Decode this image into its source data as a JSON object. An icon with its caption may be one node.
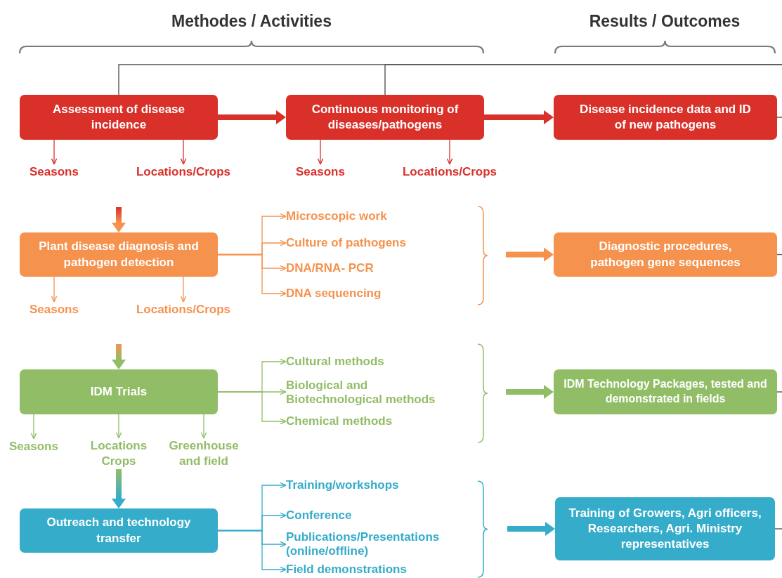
{
  "diagram": {
    "nodes": [
      {
        "text": [
          "Assessment of disease incidence"
        ]
      },
      {
        "text": [
          "Continuous monitoring of diseases/pathogens"
        ]
      },
      {
        "text": [
          "Disease incidence data and ID of new pathogens"
        ]
      },
      {
        "text": [
          "Seasons"
        ]
      },
      {
        "text": [
          "Locations/Crops"
        ]
      },
      {
        "text": [
          "Seasons"
        ]
      },
      {
        "text": [
          "Locations/Crops"
        ]
      },
      {
        "text": [
          "Plant disease diagnosis and pathogen detection"
        ]
      },
      {
        "text": [
          "Microscopic work"
        ]
      },
      {
        "text": [
          "Culture of pathogens"
        ]
      },
      {
        "text": [
          "DNA/RNA- PCR"
        ]
      },
      {
        "text": [
          "DNA sequencing"
        ]
      },
      {
        "text": [
          "Diagnostic procedures, pathogen gene sequences"
        ]
      },
      {
        "text": [
          "Seasons"
        ]
      },
      {
        "text": [
          "Locations/Crops"
        ]
      },
      {
        "text": [
          "IDM Trials"
        ]
      },
      {
        "text": [
          "Cultural methods"
        ]
      },
      {
        "text": [
          "Biological and Biotechnological methods"
        ]
      },
      {
        "text": [
          "Chemical methods"
        ]
      },
      {
        "text": [
          "IDM Technology Packages, tested and demonstrated in fields"
        ]
      },
      {
        "text": [
          "Seasons"
        ]
      },
      {
        "text": [
          "Locations Crops"
        ]
      },
      {
        "text": [
          "Greenhouse and field"
        ]
      },
      {
        "text": [
          "Outreach and technology transfer"
        ]
      },
      {
        "text": [
          "Training/workshops"
        ]
      },
      {
        "text": [
          "Conference"
        ]
      },
      {
        "text": [
          "Publications/Presentations (online/offline)"
        ]
      },
      {
        "text": [
          "Field demonstrations"
        ]
      },
      {
        "text": [
          "Training of Growers, Agri officers, Researchers, Agri. Ministry representatives"
        ]
      }
    ],
    "edges": [
      {
        "from": 0,
        "to": 1,
        "arrow": "to",
        "style": "thick",
        "color": "#d9302a"
      },
      {
        "from": 1,
        "to": 2,
        "arrow": "to",
        "style": "thick",
        "color": "#d9302a"
      },
      {
        "from": 0,
        "to": 3,
        "arrow": "to",
        "color": "#d9302a"
      },
      {
        "from": 0,
        "to": 4,
        "arrow": "to",
        "color": "#d9302a"
      },
      {
        "from": 1,
        "to": 5,
        "arrow": "to",
        "color": "#d9302a"
      },
      {
        "from": 1,
        "to": 6,
        "arrow": "to",
        "color": "#d9302a"
      },
      {
        "from": null,
        "to": 7,
        "arrow": "to",
        "style": "thick",
        "color": "#d9302a"
      },
      {
        "from": 7,
        "to": 8,
        "arrow": "to",
        "color": "#f5924e"
      },
      {
        "from": 7,
        "to": 9,
        "arrow": "to",
        "color": "#f5924e"
      },
      {
        "from": 7,
        "to": 10,
        "arrow": "to",
        "color": "#f5924e"
      },
      {
        "from": 7,
        "to": 11,
        "arrow": "to",
        "color": "#f5924e"
      },
      {
        "from": 7,
        "to": 13,
        "arrow": "to",
        "color": "#f5924e"
      },
      {
        "from": 7,
        "to": 14,
        "arrow": "to",
        "color": "#f5924e"
      },
      {
        "from": null,
        "to": 12,
        "arrow": "to",
        "style": "thick",
        "color": "#f5924e"
      },
      {
        "from": null,
        "to": 15,
        "arrow": "to",
        "style": "thick",
        "color": "#f5924e"
      },
      {
        "from": 15,
        "to": 16,
        "arrow": "to",
        "color": "#92bd67"
      },
      {
        "from": 15,
        "to": 17,
        "arrow": "to",
        "color": "#92bd67"
      },
      {
        "from": 15,
        "to": 18,
        "arrow": "to",
        "color": "#92bd67"
      },
      {
        "from": 15,
        "to": 20,
        "arrow": "to",
        "color": "#92bd67"
      },
      {
        "from": 15,
        "to": 21,
        "arrow": "to",
        "color": "#92bd67"
      },
      {
        "from": 15,
        "to": 22,
        "arrow": "to",
        "color": "#92bd67"
      },
      {
        "from": null,
        "to": 19,
        "arrow": "to",
        "style": "thick",
        "color": "#92bd67"
      },
      {
        "from": 21,
        "to": 23,
        "arrow": "to",
        "style": "thick",
        "color": "#92bd67"
      },
      {
        "from": 23,
        "to": 24,
        "arrow": "to",
        "color": "#35acca"
      },
      {
        "from": 23,
        "to": 25,
        "arrow": "to",
        "color": "#35acca"
      },
      {
        "from": 23,
        "to": 26,
        "arrow": "to",
        "color": "#35acca"
      },
      {
        "from": 23,
        "to": 27,
        "arrow": "to",
        "color": "#35acca"
      },
      {
        "from": null,
        "to": 28,
        "arrow": "to",
        "style": "thick",
        "color": "#35acca"
      },
      {
        "from": 0,
        "to": null,
        "arrow": "none",
        "color": "#555555"
      },
      {
        "from": 1,
        "to": null,
        "arrow": "none",
        "color": "#555555"
      },
      {
        "from": 2,
        "to": null,
        "arrow": "none",
        "color": "#555555"
      },
      {
        "from": 12,
        "to": null,
        "arrow": "none",
        "color": "#555555"
      },
      {
        "from": 19,
        "to": null,
        "arrow": "none",
        "color": "#555555"
      },
      {
        "from": 28,
        "to": null,
        "arrow": "none",
        "color": "#555555"
      }
    ],
    "labels": [
      "Methodes / Activities",
      "Results / Outcomes"
    ]
  }
}
